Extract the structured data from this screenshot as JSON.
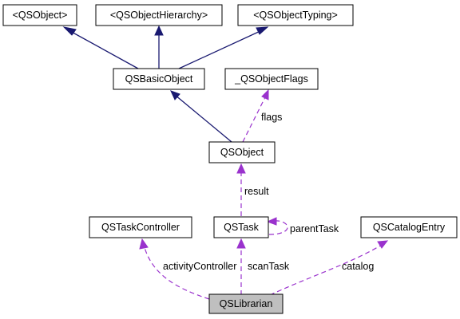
{
  "nodes": {
    "qsobject_protocol": "<QSObject>",
    "qsobject_hierarchy": "<QSObjectHierarchy>",
    "qsobject_typing": "<QSObjectTyping>",
    "qsbasicobject": "QSBasicObject",
    "qsobjectflags": "_QSObjectFlags",
    "qsobject": "QSObject",
    "qstaskcontroller": "QSTaskController",
    "qstask": "QSTask",
    "qscatalogentry": "QSCatalogEntry",
    "qslibrarian": "QSLibrarian"
  },
  "edge_labels": {
    "flags": "flags",
    "result": "result",
    "parent_task": "parentTask",
    "activity_controller": "activityController",
    "scan_task": "scanTask",
    "catalog": "catalog"
  },
  "colors": {
    "inheritance": "#191970",
    "usage": "#9a32cd",
    "highlight_fill": "#bfbfbf"
  }
}
